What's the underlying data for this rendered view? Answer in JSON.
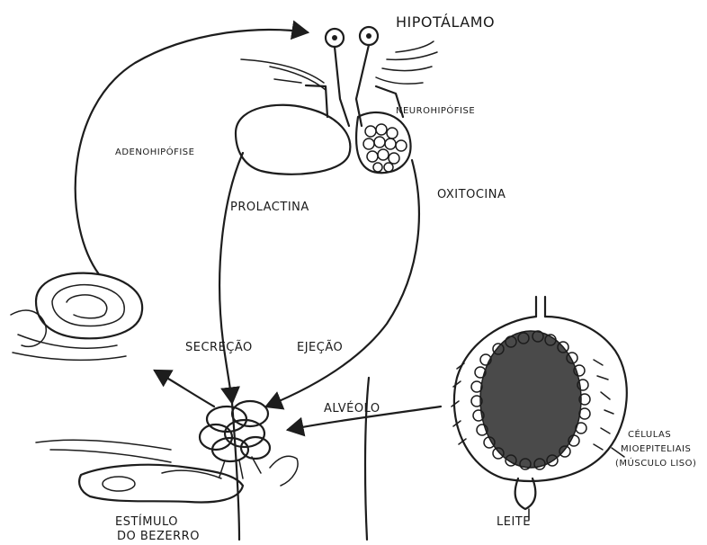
{
  "labels": {
    "hipotalamo": "HIPOTÁLAMO",
    "neurohipofise": "NEUROHIPÓFISE",
    "adenohipofise": "ADENOHIPÓFISE",
    "prolactina": "PROLACTINA",
    "ocitocina": "OXITOCINA",
    "secrecao": "SECREÇÃO",
    "ejecao": "EJEÇÃO",
    "alveolo": "ALVÉOLO",
    "celulas_line1": "CÉLULAS",
    "celulas_line2": "MIOEPITELIAIS",
    "celulas_line3": "(MÚSCULO LISO)",
    "leite": "LEITE",
    "estimulo_line1": "ESTÍMULO",
    "estimulo_line2": "DO BEZERRO"
  }
}
